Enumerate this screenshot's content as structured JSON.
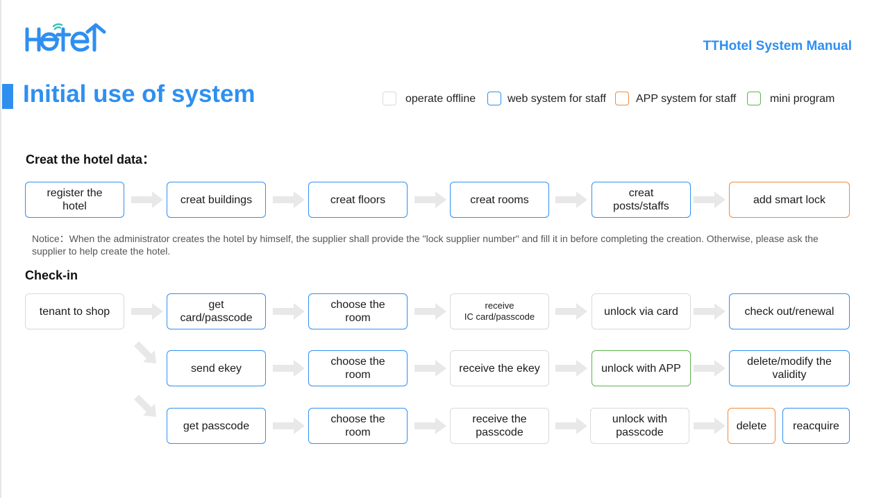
{
  "header": {
    "logo_text": "Hotel",
    "manual_title": "TTHotel System Manual",
    "page_title": "Initial use of system"
  },
  "colors": {
    "accent": "#2e8ff0",
    "offline": "#d9d9d9",
    "web": "#2e8ff0",
    "app": "#f0893a",
    "mini": "#5bb44a",
    "arrow": "#e8e8e8"
  },
  "legend": [
    {
      "label": "operate offline",
      "kind": "offline"
    },
    {
      "label": "web system for staff",
      "kind": "web"
    },
    {
      "label": "APP system for staff",
      "kind": "app"
    },
    {
      "label": "mini program",
      "kind": "mini"
    }
  ],
  "create_section": {
    "title": "Creat the hotel data：",
    "steps": [
      {
        "label": "register the\nhotel",
        "kind": "web"
      },
      {
        "label": "creat buildings",
        "kind": "web"
      },
      {
        "label": "creat floors",
        "kind": "web"
      },
      {
        "label": "creat rooms",
        "kind": "web"
      },
      {
        "label": "creat\nposts/staffs",
        "kind": "web"
      },
      {
        "label": "add smart lock",
        "kind": "app"
      }
    ],
    "notice": "Notice：When the administrator creates the hotel by himself, the supplier shall provide the \"lock supplier number\" and fill it in before completing the creation. Otherwise, please ask the supplier to help create the hotel."
  },
  "checkin_section": {
    "title": "Check-in",
    "start": {
      "label": "tenant to shop",
      "kind": "offline"
    },
    "row1": [
      {
        "label": "get\ncard/passcode",
        "kind": "web"
      },
      {
        "label": "choose the\nroom",
        "kind": "web"
      },
      {
        "label": "receive\nIC card/passcode",
        "kind": "offline",
        "small": true
      },
      {
        "label": "unlock via card",
        "kind": "offline"
      },
      {
        "label": "check out/renewal",
        "kind": "web"
      }
    ],
    "row2": [
      {
        "label": "send ekey",
        "kind": "web"
      },
      {
        "label": "choose the\nroom",
        "kind": "web"
      },
      {
        "label": "receive the ekey",
        "kind": "offline"
      },
      {
        "label": "unlock with APP",
        "kind": "mini"
      },
      {
        "label": "delete/modify the\nvalidity",
        "kind": "web"
      }
    ],
    "row3": [
      {
        "label": "get passcode",
        "kind": "web"
      },
      {
        "label": "choose the\nroom",
        "kind": "web"
      },
      {
        "label": "receive the\npasscode",
        "kind": "offline"
      },
      {
        "label": "unlock with\npasscode",
        "kind": "offline"
      },
      {
        "label": "delete",
        "kind": "app"
      },
      {
        "label": "reacquire",
        "kind": "web"
      }
    ]
  }
}
